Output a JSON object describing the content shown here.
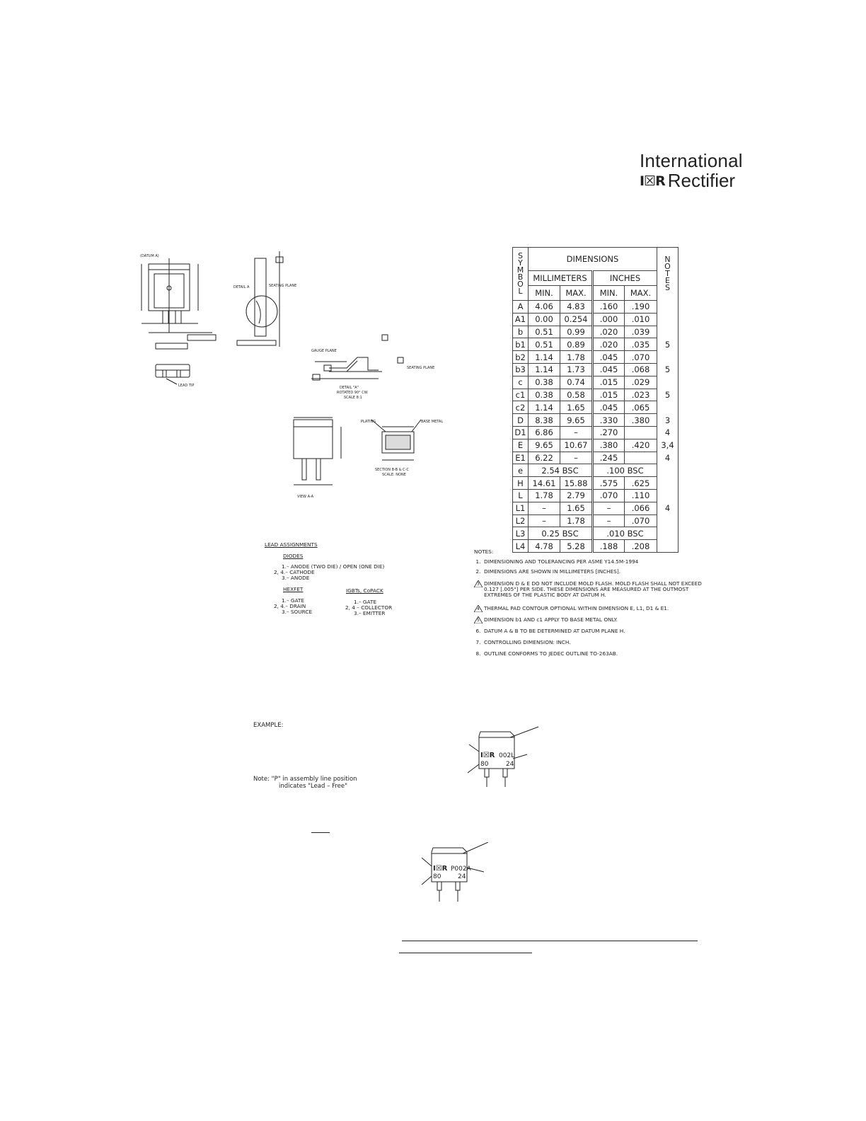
{
  "logo": {
    "line1": "International",
    "ior": "I☒R",
    "line2": "Rectifier"
  },
  "table": {
    "symbol_header": [
      "S",
      "Y",
      "M",
      "B",
      "O",
      "L"
    ],
    "dimensions_header": "DIMENSIONS",
    "notes_header": [
      "N",
      "O",
      "T",
      "E",
      "S"
    ],
    "mm_header": "MILLIMETERS",
    "in_header": "INCHES",
    "min_label": "MIN.",
    "max_label": "MAX.",
    "rows": [
      {
        "sym": "A",
        "mm_min": "4.06",
        "mm_max": "4.83",
        "in_min": ".160",
        "in_max": ".190",
        "note": ""
      },
      {
        "sym": "A1",
        "mm_min": "0.00",
        "mm_max": "0.254",
        "in_min": ".000",
        "in_max": ".010",
        "note": ""
      },
      {
        "sym": "b",
        "mm_min": "0.51",
        "mm_max": "0.99",
        "in_min": ".020",
        "in_max": ".039",
        "note": ""
      },
      {
        "sym": "b1",
        "mm_min": "0.51",
        "mm_max": "0.89",
        "in_min": ".020",
        "in_max": ".035",
        "note": "5"
      },
      {
        "sym": "b2",
        "mm_min": "1.14",
        "mm_max": "1.78",
        "in_min": ".045",
        "in_max": ".070",
        "note": ""
      },
      {
        "sym": "b3",
        "mm_min": "1.14",
        "mm_max": "1.73",
        "in_min": ".045",
        "in_max": ".068",
        "note": "5"
      },
      {
        "sym": "c",
        "mm_min": "0.38",
        "mm_max": "0.74",
        "in_min": ".015",
        "in_max": ".029",
        "note": ""
      },
      {
        "sym": "c1",
        "mm_min": "0.38",
        "mm_max": "0.58",
        "in_min": ".015",
        "in_max": ".023",
        "note": "5"
      },
      {
        "sym": "c2",
        "mm_min": "1.14",
        "mm_max": "1.65",
        "in_min": ".045",
        "in_max": ".065",
        "note": ""
      },
      {
        "sym": "D",
        "mm_min": "8.38",
        "mm_max": "9.65",
        "in_min": ".330",
        "in_max": ".380",
        "note": "3"
      },
      {
        "sym": "D1",
        "mm_min": "6.86",
        "mm_max": "–",
        "in_min": ".270",
        "in_max": "",
        "note": "4"
      },
      {
        "sym": "E",
        "mm_min": "9.65",
        "mm_max": "10.67",
        "in_min": ".380",
        "in_max": ".420",
        "note": "3,4"
      },
      {
        "sym": "E1",
        "mm_min": "6.22",
        "mm_max": "–",
        "in_min": ".245",
        "in_max": "",
        "note": "4"
      },
      {
        "sym": "e",
        "mm_bsc": "2.54 BSC",
        "in_bsc": ".100 BSC",
        "note": ""
      },
      {
        "sym": "H",
        "mm_min": "14.61",
        "mm_max": "15.88",
        "in_min": ".575",
        "in_max": ".625",
        "note": ""
      },
      {
        "sym": "L",
        "mm_min": "1.78",
        "mm_max": "2.79",
        "in_min": ".070",
        "in_max": ".110",
        "note": ""
      },
      {
        "sym": "L1",
        "mm_min": "–",
        "mm_max": "1.65",
        "in_min": "–",
        "in_max": ".066",
        "note": "4"
      },
      {
        "sym": "L2",
        "mm_min": "–",
        "mm_max": "1.78",
        "in_min": "–",
        "in_max": ".070",
        "note": ""
      },
      {
        "sym": "L3",
        "mm_bsc": "0.25 BSC",
        "in_bsc": ".010 BSC",
        "note": ""
      },
      {
        "sym": "L4",
        "mm_min": "4.78",
        "mm_max": "5.28",
        "in_min": ".188",
        "in_max": ".208",
        "note": ""
      }
    ]
  },
  "notes": {
    "title": "NOTES:",
    "items": [
      {
        "num": "1.",
        "flag": false,
        "text": "DIMENSIONING AND TOLERANCING PER ASME Y14.5M-1994"
      },
      {
        "num": "2.",
        "flag": false,
        "text": "DIMENSIONS ARE SHOWN IN MILLIMETERS [INCHES]."
      },
      {
        "num": "3",
        "flag": true,
        "text": "DIMENSION D & E DO NOT INCLUDE MOLD  FLASH. MOLD FLASH SHALL NOT EXCEED"
      },
      {
        "num": "",
        "flag": false,
        "text": "0.127 [.005\"] PER SIDE. THESE DIMENSIONS ARE MEASURED AT THE OUTMOST"
      },
      {
        "num": "",
        "flag": false,
        "text": "EXTREMES OF THE PLASTIC BODY AT DATUM H."
      },
      {
        "num": "4",
        "flag": true,
        "text": "THERMAL PAD CONTOUR OPTIONAL WITHIN DIMENSION E, L1, D1 & E1."
      },
      {
        "num": "5",
        "flag": true,
        "text": "DIMENSION b1 AND c1 APPLY TO BASE METAL ONLY."
      },
      {
        "num": "6.",
        "flag": false,
        "text": "DATUM A & B TO BE DETERMINED AT DATUM PLANE H."
      },
      {
        "num": "7.",
        "flag": false,
        "text": "CONTROLLING DIMENSION: INCH."
      },
      {
        "num": "8.",
        "flag": false,
        "text": "OUTLINE CONFORMS TO JEDEC OUTLINE TO-263AB."
      }
    ]
  },
  "lead_assignments": {
    "title": "LEAD ASSIGNMENTS",
    "diodes": "DIODES",
    "diodes_1": "1.– ANODE (TWO DIE) / OPEN (ONE DIE)",
    "diodes_2": "2, 4.– CATHODE",
    "diodes_3": "3.– ANODE",
    "hexfet": "HEXFET",
    "hexfet_1": "1.– GATE",
    "hexfet_2": "2, 4.– DRAIN",
    "hexfet_3": "3.– SOURCE",
    "igbt": "IGBTs, CoPACK",
    "igbt_1": "1.– GATE",
    "igbt_2": "2, 4 – COLLECTOR",
    "igbt_3": "3.– EMITTER"
  },
  "drawing_labels": {
    "datum_a": "(DATUM A)",
    "detail_a": "DETAIL A",
    "seating_plane": "SEATING PLANE",
    "gauge_plane": "GAUGE PLANE",
    "detail_a_title": "DETAIL \"A\"",
    "rotated": "ROTATED 90° CW",
    "scale": "SCALE 8:1",
    "plating": "PLATING",
    "base_metal": "BASE METAL",
    "section": "SECTION B-B & C-C",
    "scale_none": "SCALE: NONE",
    "view_a": "VIEW A-A",
    "lead_tip": "LEAD TIP"
  },
  "example": {
    "label": "EXAMPLE:",
    "note_line1": "Note:  \"P\" in assembly line position",
    "note_line2": "indicates \"Lead – Free\""
  },
  "part1": {
    "logo": "I☒R",
    "code": "002L",
    "left": "80",
    "right": "24"
  },
  "part2": {
    "logo": "I☒R",
    "code": "P002A",
    "left": "80",
    "right": "24"
  }
}
